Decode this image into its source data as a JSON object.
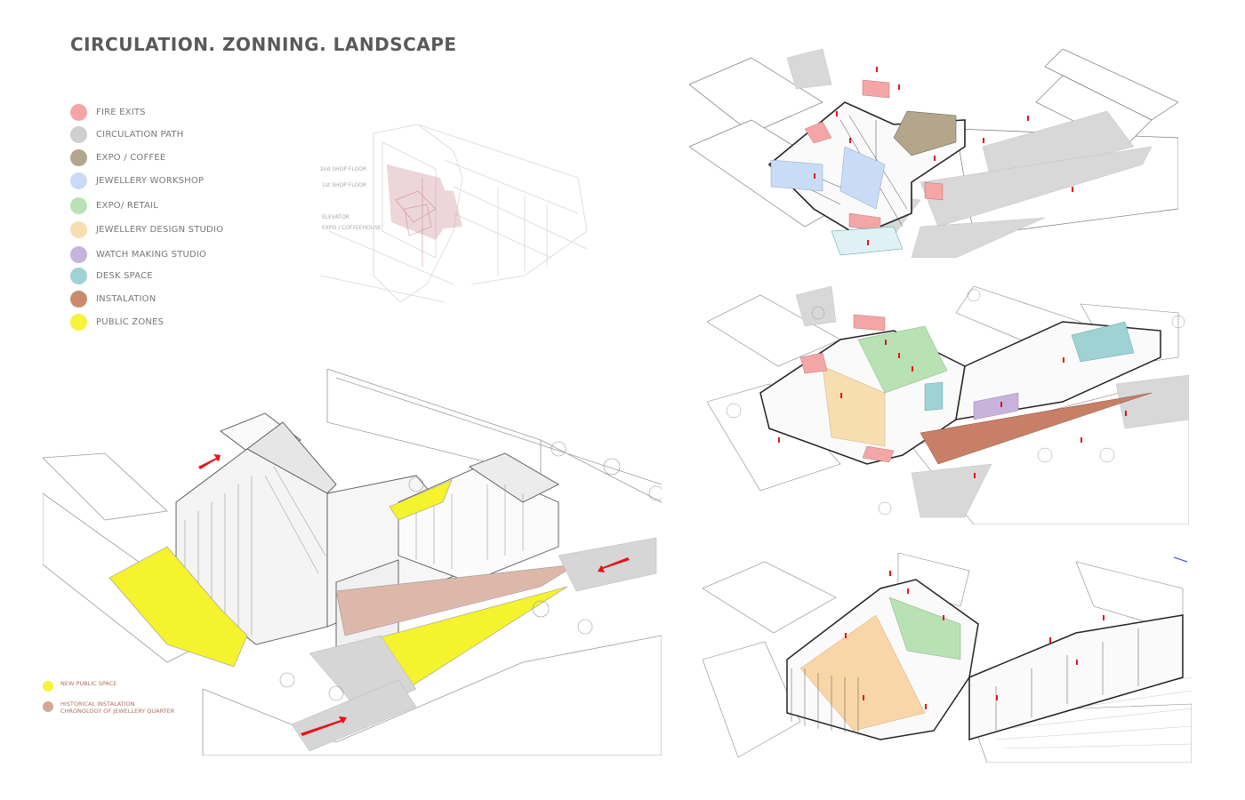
{
  "title": "CIRCULATION. ZONNING. LANDSCAPE",
  "legend": [
    {
      "label": "FIRE EXITS",
      "color": "#f4a6a6"
    },
    {
      "label": "CIRCULATION PATH",
      "color": "#cfcfcf"
    },
    {
      "label": "EXPO / COFFEE",
      "color": "#b3a68a"
    },
    {
      "label": "JEWELLERY  WORKSHOP",
      "color": "#c9dcf7"
    },
    {
      "label": "EXPO/ RETAIL",
      "color": "#b8e2b4"
    },
    {
      "label": "JEWELLERY DESIGN STUDIO",
      "color": "#f8ddb0"
    },
    {
      "label": "WATCH MAKING STUDIO",
      "color": "#c7b3dc"
    },
    {
      "label": "DESK SPACE",
      "color": "#9fd2d2"
    },
    {
      "label": "INSTALATION",
      "color": "#c98a6e"
    },
    {
      "label": "PUBLIC ZONES",
      "color": "#f7f23a"
    }
  ],
  "sketch_labels": {
    "floor2": "2nd SHOP FLOOR",
    "floor1": "1st SHOP FLOOR",
    "elevator": "ELEVATOR",
    "expo": "EXPO / COFFEEHOUSE"
  },
  "small_legend": [
    {
      "label": "NEW PUBLIC SPACE",
      "label2": "",
      "color": "#f7f23a"
    },
    {
      "label": "HISTORICAL INSTALATION",
      "label2": "CHRONOLOGY OF JEWELLERY QUARTER",
      "color": "#d2a996"
    }
  ]
}
